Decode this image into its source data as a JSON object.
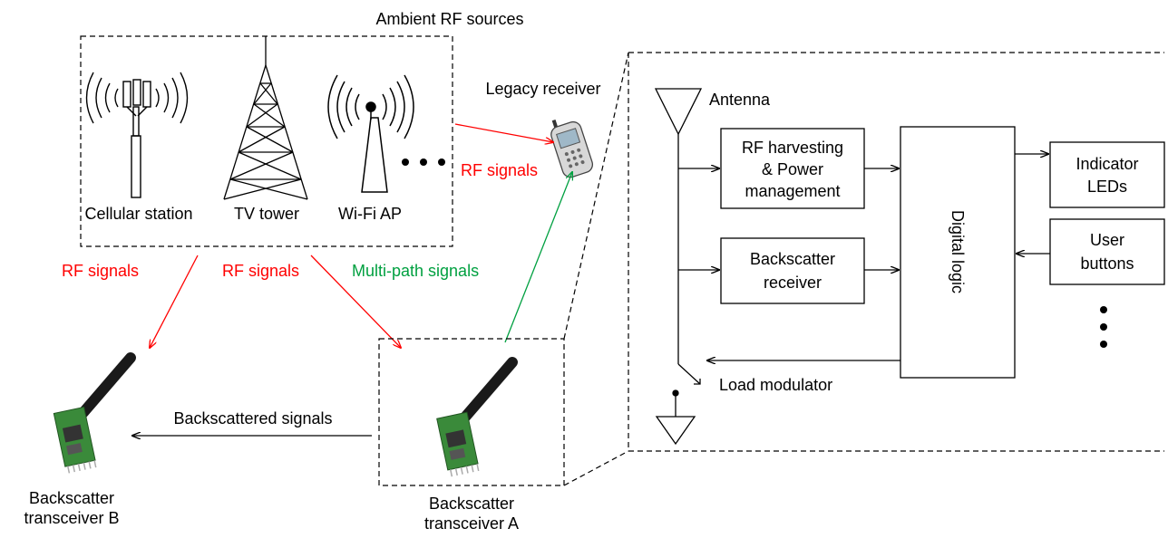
{
  "colors": {
    "rf_arrow": "#ff0000",
    "multipath_arrow": "#00a040",
    "line": "#000000"
  },
  "labels": {
    "ambient_sources": "Ambient RF sources",
    "cellular_station": "Cellular station",
    "tv_tower": "TV tower",
    "wifi_ap": "Wi-Fi AP",
    "legacy_receiver": "Legacy receiver",
    "rf_signals_legacy": "RF signals",
    "rf_signals_b": "RF signals",
    "rf_signals_a": "RF signals",
    "multipath_signals": "Multi-path signals",
    "backscattered_signals": "Backscattered signals",
    "transceiver_b_line1": "Backscatter",
    "transceiver_b_line2": "transceiver B",
    "transceiver_a_line1": "Backscatter",
    "transceiver_a_line2": "transceiver A",
    "antenna": "Antenna",
    "rf_harvesting_line1": "RF harvesting",
    "rf_harvesting_line2": "& Power",
    "rf_harvesting_line3": "management",
    "backscatter_receiver_line1": "Backscatter",
    "backscatter_receiver_line2": "receiver",
    "digital_logic": "Digital logic",
    "indicator_line1": "Indicator",
    "indicator_line2": "LEDs",
    "user_buttons_line1": "User",
    "user_buttons_line2": "buttons",
    "load_modulator": "Load modulator"
  },
  "icons": [
    "cellular-tower-icon",
    "tv-tower-icon",
    "wifi-ap-icon",
    "mobile-phone-icon",
    "transceiver-module-icon",
    "antenna-symbol-icon",
    "ground-symbol-icon"
  ]
}
